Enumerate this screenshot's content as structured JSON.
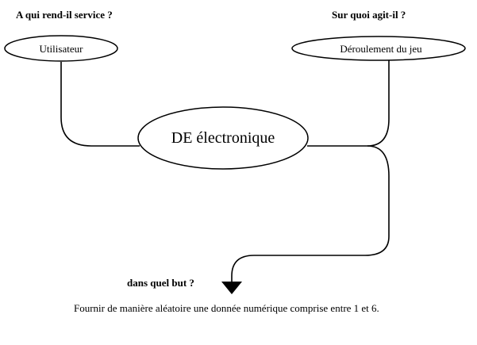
{
  "questions": {
    "who": "A qui rend-il service ?",
    "what": "Sur quoi agit-il ?",
    "why": "dans quel but ?"
  },
  "nodes": {
    "user": "Utilisateur",
    "game": "Déroulement du jeu",
    "product": "DE électronique"
  },
  "goal": "Fournir de manière aléatoire une donnée numérique comprise entre 1 et 6."
}
